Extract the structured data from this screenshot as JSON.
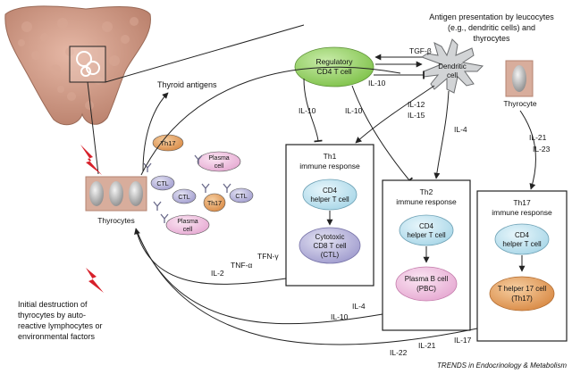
{
  "antigen_presentation": [
    "Antigen presentation by leucocytes",
    "(e.g., dendritic cells) and",
    "thyrocytes"
  ],
  "thyroid_antigens": "Thyroid antigens",
  "regulatory_cell": [
    "Regulatory",
    "CD4 T cell"
  ],
  "dendritic_cell": [
    "Dendritic",
    "cell"
  ],
  "thyrocyte_label": "Thyrocyte",
  "thyrocytes_label": "Thyrocytes",
  "th1": {
    "title": [
      "Th1",
      "immune response"
    ],
    "helper": [
      "CD4",
      "helper T cell"
    ],
    "effector": [
      "Cytotoxic",
      "CD8 T cell",
      "(CTL)"
    ]
  },
  "th2": {
    "title": [
      "Th2",
      "immune response"
    ],
    "helper": [
      "CD4",
      "helper T cell"
    ],
    "effector": [
      "Plasma B cell",
      "(PBC)"
    ]
  },
  "th17": {
    "title": [
      "Th17",
      "immune response"
    ],
    "helper": [
      "CD4",
      "helper T cell"
    ],
    "effector": [
      "T helper 17 cell",
      "(Th17)"
    ]
  },
  "cluster": {
    "th17": "Th17",
    "plasma": [
      "Plasma",
      "cell"
    ],
    "ctl": "CTL"
  },
  "cytokines": {
    "tgf_beta": "TGF-β",
    "il10_dc": "IL-10",
    "il10_left": "IL-10",
    "il10_mid": "IL-10",
    "il12": "IL-12",
    "il15": "IL-15",
    "il4_dc": "IL-4",
    "il21_top": "IL-21",
    "il23": "IL-23",
    "il2": "IL-2",
    "tnf_alpha": "TNF-α",
    "tfn_gamma": "TFN-γ",
    "il4_bottom": "IL-4",
    "il10_bottom": "IL-10",
    "il22": "IL-22",
    "il21_bottom": "IL-21",
    "il17": "IL-17"
  },
  "initial_destruction": [
    "Initial destruction of",
    "thyrocytes by auto-",
    "reactive lymphocytes or",
    "environmental factors"
  ],
  "credit": "TRENDS in Endocrinology & Metabolism",
  "colors": {
    "regulatory": "#8fcf5a",
    "helper": "#bfe3ef",
    "ctl": "#b6b3d8",
    "plasma": "#f1c3e2",
    "th17": "#e6a566",
    "thyroid": "#c88e7a",
    "lightning": "#d7202a"
  }
}
